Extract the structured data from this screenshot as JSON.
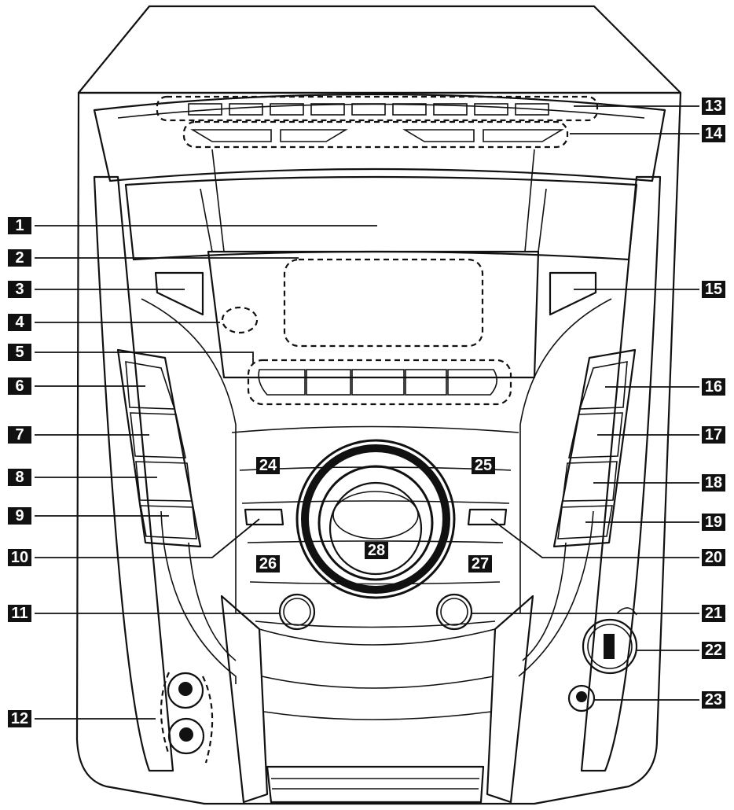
{
  "callouts": [
    {
      "id": "c1",
      "text": "1"
    },
    {
      "id": "c2",
      "text": "2"
    },
    {
      "id": "c3",
      "text": "3"
    },
    {
      "id": "c4",
      "text": "4"
    },
    {
      "id": "c5",
      "text": "5"
    },
    {
      "id": "c6",
      "text": "6"
    },
    {
      "id": "c7",
      "text": "7"
    },
    {
      "id": "c8",
      "text": "8"
    },
    {
      "id": "c9",
      "text": "9"
    },
    {
      "id": "c10",
      "text": "10"
    },
    {
      "id": "c11",
      "text": "11"
    },
    {
      "id": "c12",
      "text": "12"
    },
    {
      "id": "c13",
      "text": "13"
    },
    {
      "id": "c14",
      "text": "14"
    },
    {
      "id": "c15",
      "text": "15"
    },
    {
      "id": "c16",
      "text": "16"
    },
    {
      "id": "c17",
      "text": "17"
    },
    {
      "id": "c18",
      "text": "18"
    },
    {
      "id": "c19",
      "text": "19"
    },
    {
      "id": "c20",
      "text": "20"
    },
    {
      "id": "c21",
      "text": "21"
    },
    {
      "id": "c22",
      "text": "22"
    },
    {
      "id": "c23",
      "text": "23"
    },
    {
      "id": "c24",
      "text": "24"
    },
    {
      "id": "c25",
      "text": "25"
    },
    {
      "id": "c26",
      "text": "26"
    },
    {
      "id": "c27",
      "text": "27"
    },
    {
      "id": "c28",
      "text": "28"
    }
  ]
}
